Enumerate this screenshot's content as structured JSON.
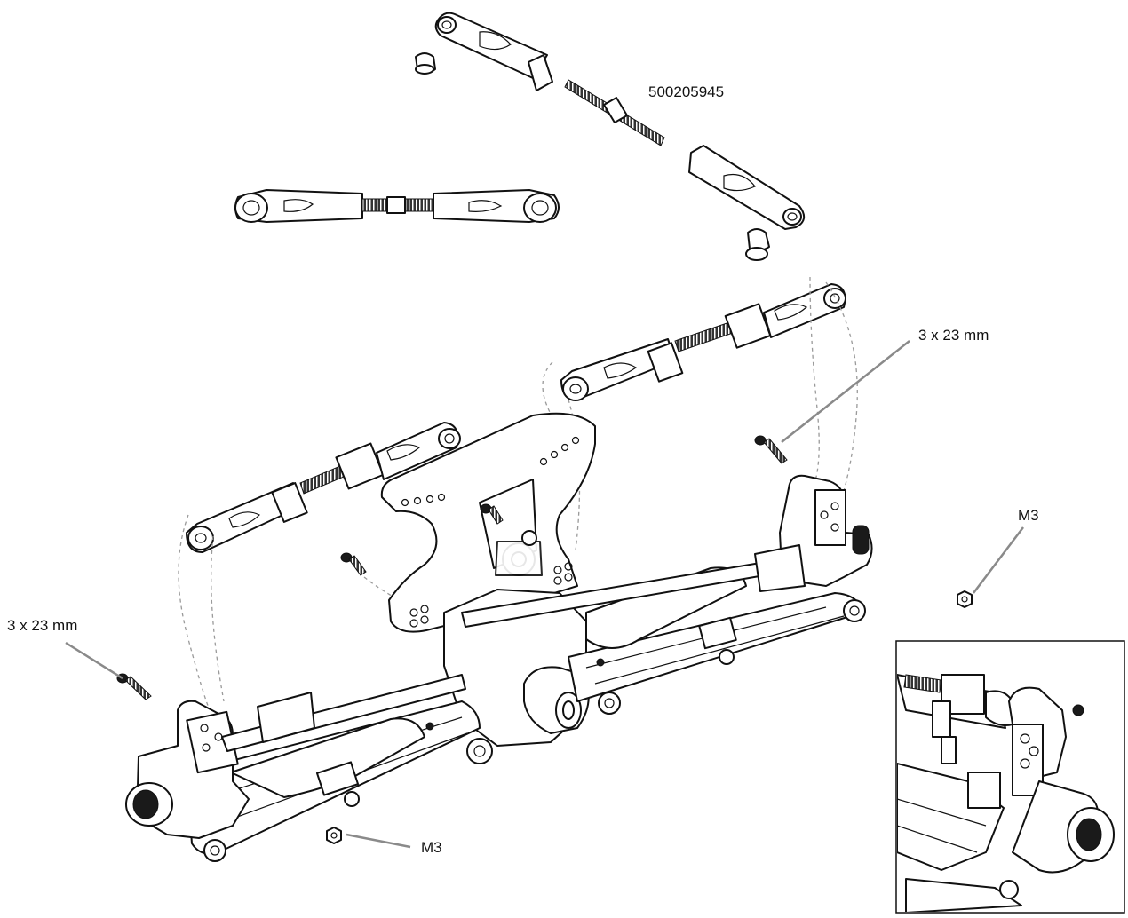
{
  "labels": {
    "part_number": "500205945",
    "screw_right": "3 x 23 mm",
    "screw_left": "3 x 23 mm",
    "nut_right": "M3",
    "nut_bottom": "M3"
  }
}
